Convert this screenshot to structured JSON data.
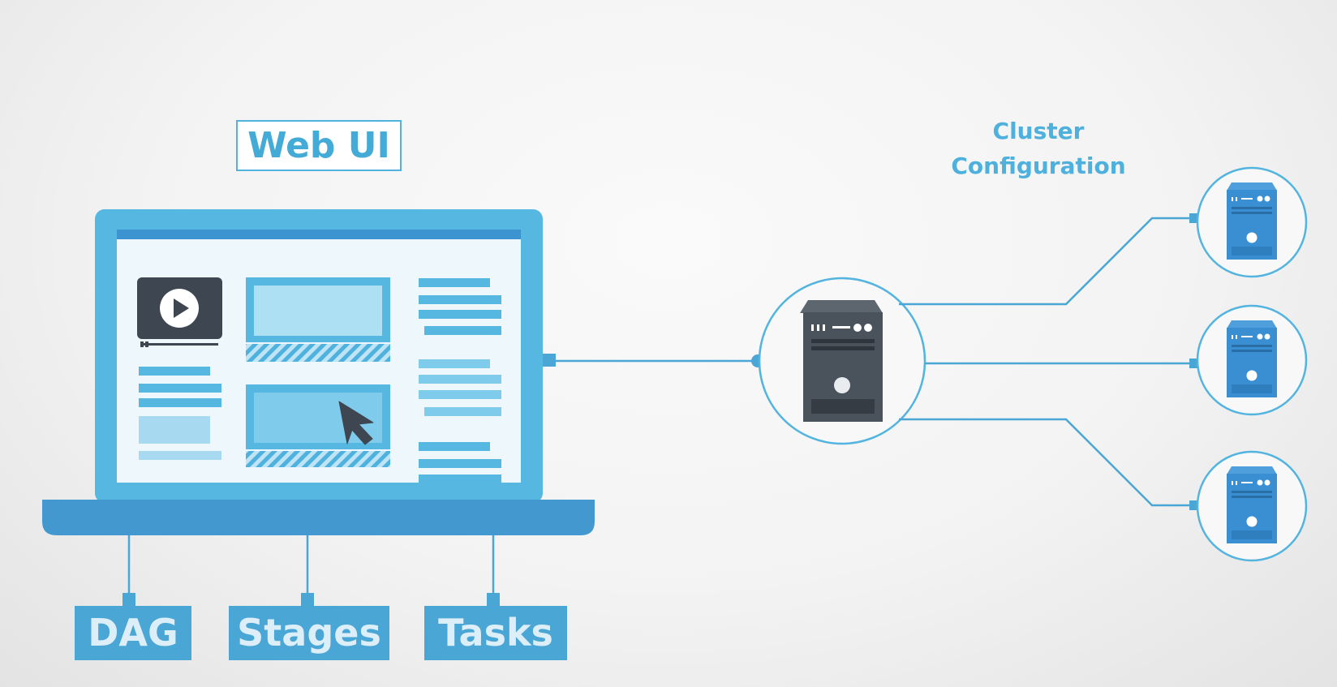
{
  "web_ui": {
    "label": "Web UI"
  },
  "cluster": {
    "label_line1": "Cluster",
    "label_line2": "Configuration"
  },
  "views": [
    "DAG",
    "Stages",
    "Tasks"
  ],
  "colors": {
    "accent": "#4aa6d4",
    "light_blue": "#56b7e0",
    "dark_blue": "#3f8fcc",
    "server_dark": "#4a535c",
    "text_blue": "#44abd7"
  },
  "icons": [
    "laptop-icon",
    "play-icon",
    "cursor-icon",
    "master-server-icon",
    "worker-server-icon"
  ]
}
